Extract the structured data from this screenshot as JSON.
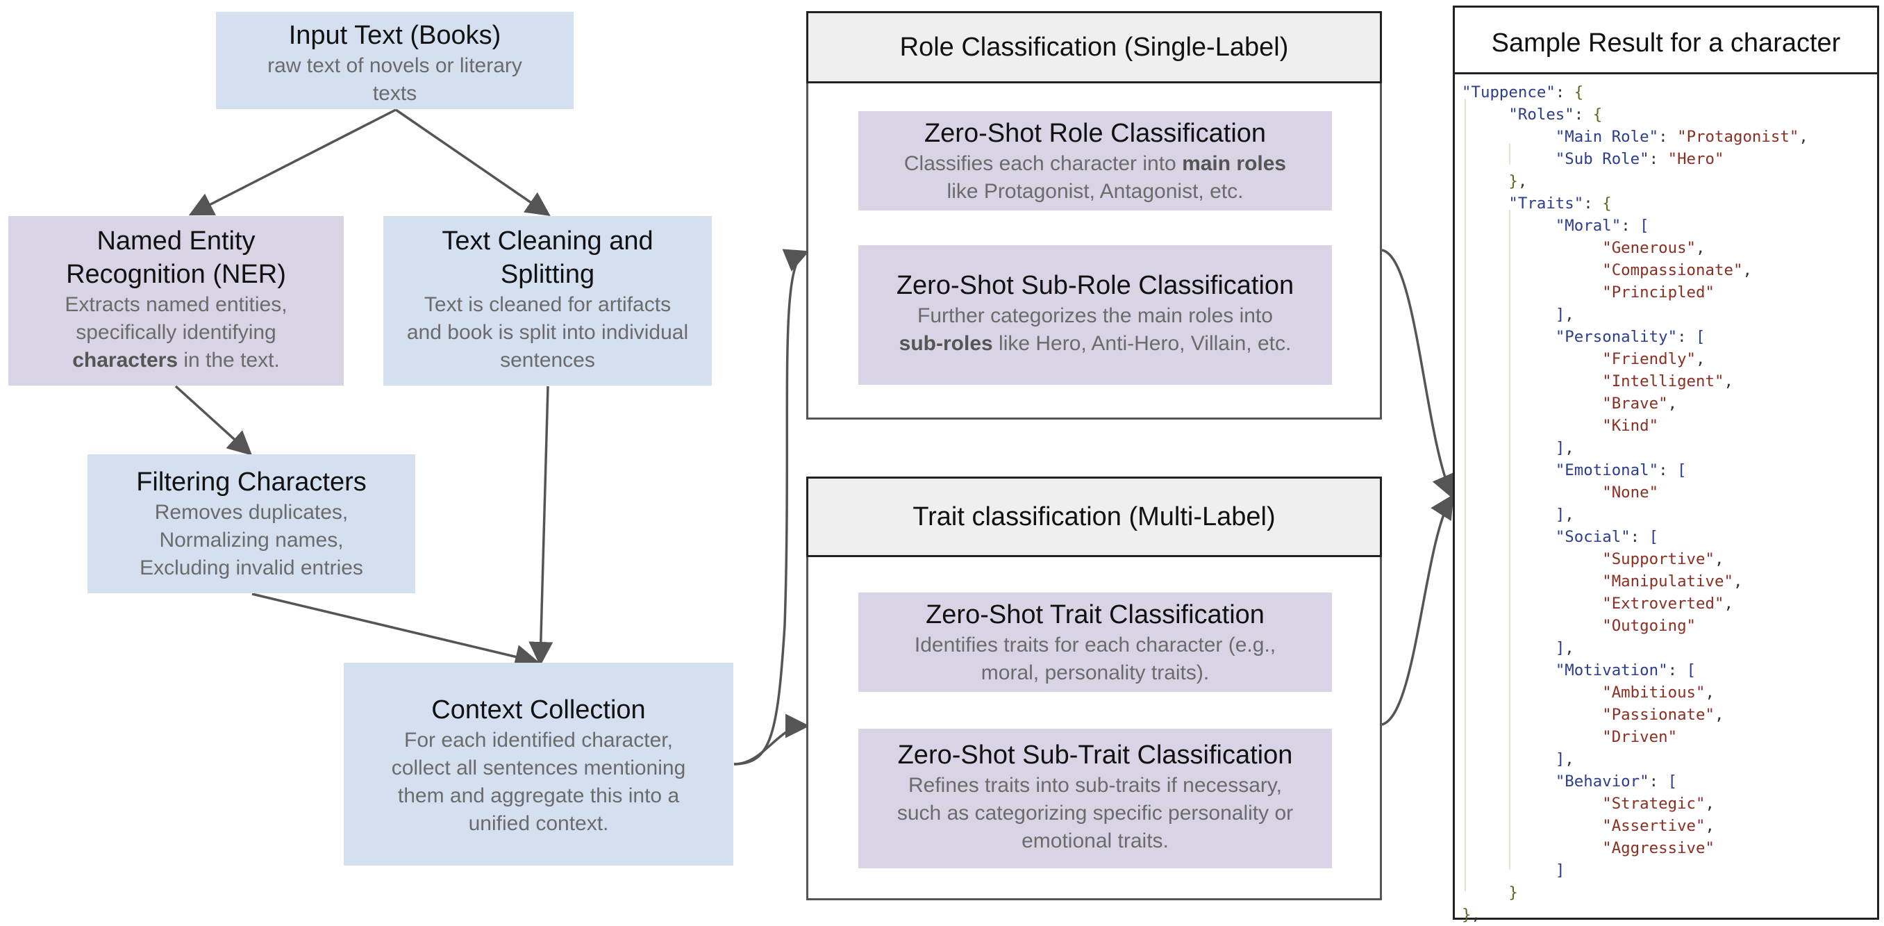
{
  "input": {
    "title": "Input Text (Books)",
    "desc": "raw text of novels or literary texts"
  },
  "ner": {
    "title": "Named Entity Recognition (NER)",
    "desc_pre": "Extracts named entities, specifically identifying ",
    "desc_bold": "characters",
    "desc_post": " in the text."
  },
  "cleaning": {
    "title": "Text Cleaning and Splitting",
    "desc": "Text is cleaned for artifacts and book is split into individual sentences"
  },
  "filtering": {
    "title": "Filtering Characters",
    "desc": "Removes duplicates, Normalizing names, Excluding invalid entries"
  },
  "context": {
    "title": "Context Collection",
    "desc": "For each identified character, collect all sentences mentioning them and aggregate this into a unified context."
  },
  "role_panel": {
    "header": "Role Classification (Single-Label)",
    "box1": {
      "title": "Zero-Shot Role Classification",
      "desc_pre": "Classifies each character into ",
      "desc_bold": "main roles",
      "desc_post": " like Protagonist, Antagonist, etc."
    },
    "box2": {
      "title": "Zero-Shot Sub-Role Classification",
      "desc_pre": "Further categorizes the main roles into ",
      "desc_bold": "sub-roles",
      "desc_post": " like Hero, Anti-Hero, Villain, etc."
    }
  },
  "trait_panel": {
    "header": "Trait classification (Multi-Label)",
    "box1": {
      "title": "Zero-Shot Trait Classification",
      "desc": "Identifies traits for each character (e.g., moral, personality traits)."
    },
    "box2": {
      "title": "Zero-Shot Sub-Trait Classification",
      "desc": "Refines traits into sub-traits if necessary, such as categorizing specific personality or emotional traits."
    }
  },
  "sample": {
    "header": "Sample Result for a character",
    "character": "Tuppence",
    "roles_key": "Roles",
    "main_role_key": "Main Role",
    "main_role": "Protagonist",
    "sub_role_key": "Sub Role",
    "sub_role": "Hero",
    "traits_key": "Traits",
    "traits": [
      {
        "name": "Moral",
        "values": [
          "Generous",
          "Compassionate",
          "Principled"
        ]
      },
      {
        "name": "Personality",
        "values": [
          "Friendly",
          "Intelligent",
          "Brave",
          "Kind"
        ]
      },
      {
        "name": "Emotional",
        "values": [
          "None"
        ]
      },
      {
        "name": "Social",
        "values": [
          "Supportive",
          "Manipulative",
          "Extroverted",
          "Outgoing"
        ]
      },
      {
        "name": "Motivation",
        "values": [
          "Ambitious",
          "Passionate",
          "Driven"
        ]
      },
      {
        "name": "Behavior",
        "values": [
          "Strategic",
          "Assertive",
          "Aggressive"
        ]
      }
    ]
  }
}
